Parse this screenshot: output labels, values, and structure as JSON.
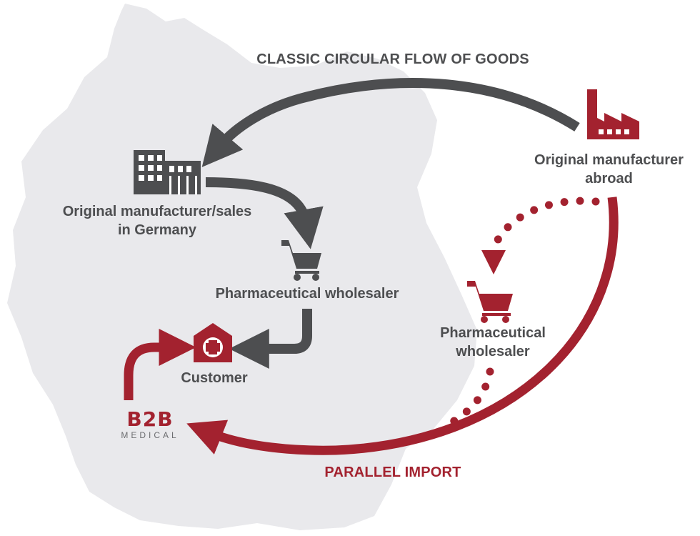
{
  "titles": {
    "classic_flow": "CLASSIC CIRCULAR FLOW OF GOODS",
    "parallel_import": "PARALLEL IMPORT"
  },
  "nodes": {
    "manufacturer_germany": "Original manufacturer/sales\nin Germany",
    "wholesaler_germany": "Pharmaceutical wholesaler",
    "customer": "Customer",
    "manufacturer_abroad": "Original manufacturer\nabroad",
    "wholesaler_abroad": "Pharmaceutical\nwholesaler"
  },
  "logo": {
    "name": "B2B",
    "tagline": "MEDICAL"
  },
  "colors": {
    "classic": "#4d4e50",
    "parallel": "#a3222f",
    "map": "#e9e9ec"
  }
}
